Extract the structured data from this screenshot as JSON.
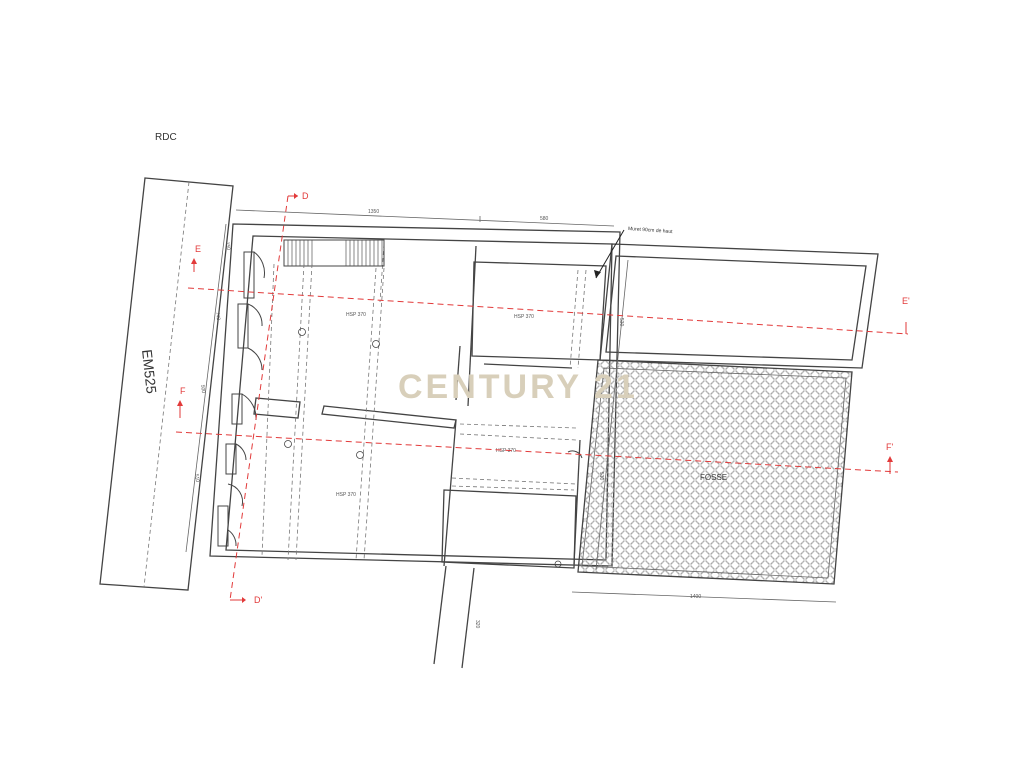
{
  "title": "RDC",
  "road_label": "EM525",
  "watermark": "CENTURY 21",
  "room_label_fosse": "FOSSE",
  "note_label": "Muret 90cm de haut",
  "section_marks": {
    "d": "D",
    "d_prime": "D'",
    "e": "E",
    "e_prime": "E'",
    "f": "F",
    "f_prime": "F'"
  },
  "dimensions": {
    "top_left": "1350",
    "top_right": "580",
    "left_1": "150",
    "left_2": "742",
    "left_3": "500",
    "left_4": "510",
    "mid_vertical": "530",
    "right_vertical": "530",
    "bottom": "1400",
    "bottom_stub": "320"
  },
  "height_labels": {
    "hsp_a": "HSP 370",
    "hsp_b": "HSP 370",
    "hsp_c": "HSP 370",
    "hsp_d": "HSP 370"
  },
  "colors": {
    "section_lines": "#e23a3a",
    "walls": "#444444",
    "watermark": "#d8cfba",
    "fosse_pattern": "#9a9a9a"
  }
}
